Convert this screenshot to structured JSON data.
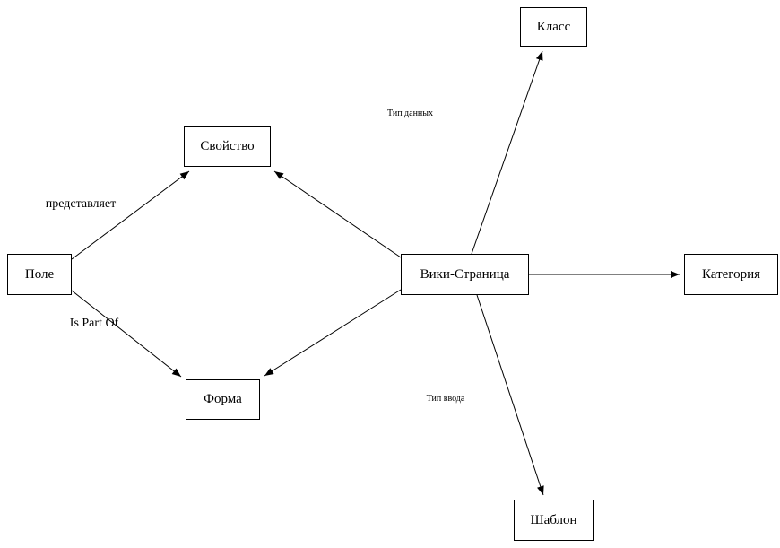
{
  "diagram": {
    "nodes": {
      "class": {
        "label": "Класс"
      },
      "property": {
        "label": "Свойство"
      },
      "field": {
        "label": "Поле"
      },
      "wiki_page": {
        "label": "Вики-Страница"
      },
      "category": {
        "label": "Категория"
      },
      "form": {
        "label": "Форма"
      },
      "template": {
        "label": "Шаблон"
      }
    },
    "edges": [
      {
        "from": "field",
        "to": "property",
        "label": "представляет"
      },
      {
        "from": "field",
        "to": "form",
        "label": "Is Part Of"
      },
      {
        "from": "wiki_page",
        "to": "property",
        "label": ""
      },
      {
        "from": "wiki_page",
        "to": "class",
        "label": "Тип данных"
      },
      {
        "from": "wiki_page",
        "to": "category",
        "label": ""
      },
      {
        "from": "wiki_page",
        "to": "form",
        "label": ""
      },
      {
        "from": "wiki_page",
        "to": "template",
        "label": "Тип ввода"
      }
    ]
  },
  "colors": {
    "background": "#ffffff",
    "node_fill": "#ffffff",
    "node_border": "#000000",
    "edge": "#000000",
    "text": "#000000"
  }
}
